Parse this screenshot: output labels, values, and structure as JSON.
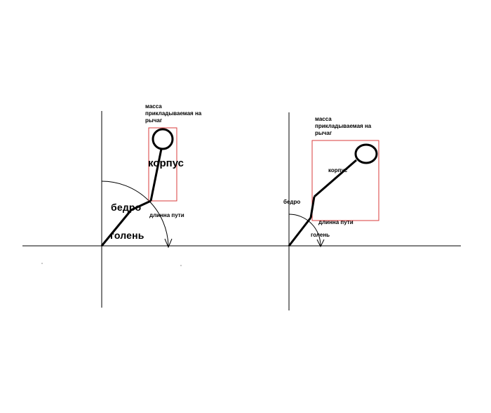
{
  "colors": {
    "line": "#000000",
    "highlight_box": "#d93b3b",
    "background": "#ffffff"
  },
  "left_diagram": {
    "mass_label": "масса\nприкладываемая на\nрычаг",
    "body_label": "корпус",
    "thigh_label": "бедро",
    "shin_label": "голень",
    "path_label": "длинна пути"
  },
  "right_diagram": {
    "mass_label": "масса\nприкладываемая на\nрычаг",
    "body_label": "корпус",
    "thigh_label": "бедро",
    "shin_label": "голень",
    "path_label": "длинна пути"
  }
}
